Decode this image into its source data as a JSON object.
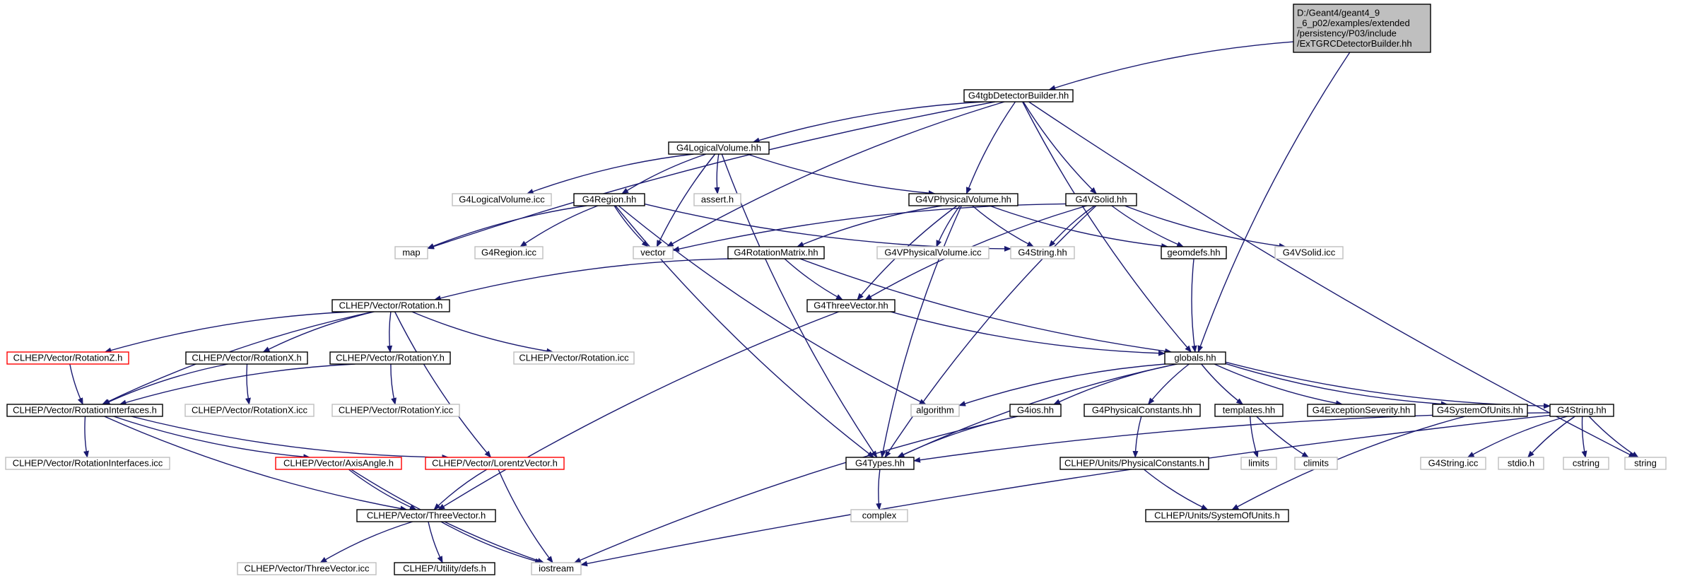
{
  "diagram": {
    "colors": {
      "edge": "#191970",
      "arrow": "#191970",
      "node_border_normal": "#000000",
      "node_border_external": "#bfbfbf",
      "node_border_missing": "#ff0000",
      "root_fill": "#bfbfbf",
      "node_fill": "#ffffff",
      "text": "#000000"
    },
    "nodes": [
      {
        "id": "root",
        "lines": [
          "D:/Geant4/geant4_9",
          "_6_p02/examples/extended",
          "/persistency/P03/include",
          "/ExTGRCDetectorBuilder.hh"
        ],
        "style": "root"
      },
      {
        "id": "tgb",
        "lines": [
          "G4tgbDetectorBuilder.hh"
        ],
        "style": "normal"
      },
      {
        "id": "logvol",
        "lines": [
          "G4LogicalVolume.hh"
        ],
        "style": "normal"
      },
      {
        "id": "vphys",
        "lines": [
          "G4VPhysicalVolume.hh"
        ],
        "style": "normal"
      },
      {
        "id": "vsolid",
        "lines": [
          "G4VSolid.hh"
        ],
        "style": "normal"
      },
      {
        "id": "logvolicc",
        "lines": [
          "G4LogicalVolume.icc"
        ],
        "style": "external"
      },
      {
        "id": "region",
        "lines": [
          "G4Region.hh"
        ],
        "style": "normal"
      },
      {
        "id": "assert",
        "lines": [
          "assert.h"
        ],
        "style": "external"
      },
      {
        "id": "map",
        "lines": [
          "map"
        ],
        "style": "external"
      },
      {
        "id": "regionicc",
        "lines": [
          "G4Region.icc"
        ],
        "style": "external"
      },
      {
        "id": "vector",
        "lines": [
          "vector"
        ],
        "style": "external"
      },
      {
        "id": "rotmat",
        "lines": [
          "G4RotationMatrix.hh"
        ],
        "style": "normal"
      },
      {
        "id": "vphysicc",
        "lines": [
          "G4VPhysicalVolume.icc"
        ],
        "style": "external"
      },
      {
        "id": "g4string",
        "lines": [
          "G4String.hh"
        ],
        "style": "external"
      },
      {
        "id": "geomdefs",
        "lines": [
          "geomdefs.hh"
        ],
        "style": "normal"
      },
      {
        "id": "vsolidicc",
        "lines": [
          "G4VSolid.icc"
        ],
        "style": "external"
      },
      {
        "id": "rotation",
        "lines": [
          "CLHEP/Vector/Rotation.h"
        ],
        "style": "normal"
      },
      {
        "id": "threevec",
        "lines": [
          "G4ThreeVector.hh"
        ],
        "style": "normal"
      },
      {
        "id": "rotz",
        "lines": [
          "CLHEP/Vector/RotationZ.h"
        ],
        "style": "missing"
      },
      {
        "id": "rotx",
        "lines": [
          "CLHEP/Vector/RotationX.h"
        ],
        "style": "normal"
      },
      {
        "id": "roty",
        "lines": [
          "CLHEP/Vector/RotationY.h"
        ],
        "style": "normal"
      },
      {
        "id": "roticc",
        "lines": [
          "CLHEP/Vector/Rotation.icc"
        ],
        "style": "external"
      },
      {
        "id": "globals",
        "lines": [
          "globals.hh"
        ],
        "style": "normal"
      },
      {
        "id": "rotif",
        "lines": [
          "CLHEP/Vector/RotationInterfaces.h"
        ],
        "style": "normal"
      },
      {
        "id": "rotxicc",
        "lines": [
          "CLHEP/Vector/RotationX.icc"
        ],
        "style": "external"
      },
      {
        "id": "rotyicc",
        "lines": [
          "CLHEP/Vector/RotationY.icc"
        ],
        "style": "external"
      },
      {
        "id": "algorithm",
        "lines": [
          "algorithm"
        ],
        "style": "external"
      },
      {
        "id": "g4ios",
        "lines": [
          "G4ios.hh"
        ],
        "style": "normal"
      },
      {
        "id": "physconst",
        "lines": [
          "G4PhysicalConstants.hh"
        ],
        "style": "normal"
      },
      {
        "id": "templates",
        "lines": [
          "templates.hh"
        ],
        "style": "normal"
      },
      {
        "id": "excsev",
        "lines": [
          "G4ExceptionSeverity.hh"
        ],
        "style": "normal"
      },
      {
        "id": "sysunits",
        "lines": [
          "G4SystemOfUnits.hh"
        ],
        "style": "normal"
      },
      {
        "id": "g4stringhh",
        "lines": [
          "G4String.hh"
        ],
        "style": "normal"
      },
      {
        "id": "rotificc",
        "lines": [
          "CLHEP/Vector/RotationInterfaces.icc"
        ],
        "style": "external"
      },
      {
        "id": "axisangle",
        "lines": [
          "CLHEP/Vector/AxisAngle.h"
        ],
        "style": "missing"
      },
      {
        "id": "lorentz",
        "lines": [
          "CLHEP/Vector/LorentzVector.h"
        ],
        "style": "missing"
      },
      {
        "id": "g4types",
        "lines": [
          "G4Types.hh"
        ],
        "style": "normal"
      },
      {
        "id": "unitsphys",
        "lines": [
          "CLHEP/Units/PhysicalConstants.h"
        ],
        "style": "normal"
      },
      {
        "id": "limits",
        "lines": [
          "limits"
        ],
        "style": "external"
      },
      {
        "id": "climits",
        "lines": [
          "climits"
        ],
        "style": "external"
      },
      {
        "id": "g4stringicc",
        "lines": [
          "G4String.icc"
        ],
        "style": "external"
      },
      {
        "id": "stdio",
        "lines": [
          "stdio.h"
        ],
        "style": "external"
      },
      {
        "id": "cstring",
        "lines": [
          "cstring"
        ],
        "style": "external"
      },
      {
        "id": "string",
        "lines": [
          "string"
        ],
        "style": "external"
      },
      {
        "id": "complex",
        "lines": [
          "complex"
        ],
        "style": "external"
      },
      {
        "id": "clhep3v",
        "lines": [
          "CLHEP/Vector/ThreeVector.h"
        ],
        "style": "normal"
      },
      {
        "id": "unitssys",
        "lines": [
          "CLHEP/Units/SystemOfUnits.h"
        ],
        "style": "normal"
      },
      {
        "id": "clhep3vicc",
        "lines": [
          "CLHEP/Vector/ThreeVector.icc"
        ],
        "style": "external"
      },
      {
        "id": "defs",
        "lines": [
          "CLHEP/Utility/defs.h"
        ],
        "style": "normal"
      },
      {
        "id": "iostream",
        "lines": [
          "iostream"
        ],
        "style": "external"
      }
    ],
    "edges": [
      [
        "root",
        "tgb"
      ],
      [
        "root",
        "globals"
      ],
      [
        "tgb",
        "logvol"
      ],
      [
        "tgb",
        "vphys"
      ],
      [
        "tgb",
        "vsolid"
      ],
      [
        "tgb",
        "map"
      ],
      [
        "tgb",
        "vector"
      ],
      [
        "tgb",
        "globals"
      ],
      [
        "tgb",
        "string"
      ],
      [
        "logvol",
        "logvolicc"
      ],
      [
        "logvol",
        "region"
      ],
      [
        "logvol",
        "assert"
      ],
      [
        "logvol",
        "vector"
      ],
      [
        "logvol",
        "vphys"
      ],
      [
        "logvol",
        "g4types"
      ],
      [
        "region",
        "map"
      ],
      [
        "region",
        "regionicc"
      ],
      [
        "region",
        "vector"
      ],
      [
        "region",
        "g4string"
      ],
      [
        "region",
        "g4types"
      ],
      [
        "region",
        "algorithm"
      ],
      [
        "vphys",
        "rotmat"
      ],
      [
        "vphys",
        "vphysicc"
      ],
      [
        "vphys",
        "g4string"
      ],
      [
        "vphys",
        "geomdefs"
      ],
      [
        "vphys",
        "threevec"
      ],
      [
        "vphys",
        "g4types"
      ],
      [
        "vsolid",
        "vector"
      ],
      [
        "vsolid",
        "g4string"
      ],
      [
        "vsolid",
        "geomdefs"
      ],
      [
        "vsolid",
        "vsolidicc"
      ],
      [
        "vsolid",
        "threevec"
      ],
      [
        "vsolid",
        "g4types"
      ],
      [
        "rotmat",
        "rotation"
      ],
      [
        "rotmat",
        "threevec"
      ],
      [
        "rotmat",
        "globals"
      ],
      [
        "geomdefs",
        "globals"
      ],
      [
        "threevec",
        "globals"
      ],
      [
        "threevec",
        "clhep3v"
      ],
      [
        "rotation",
        "rotz"
      ],
      [
        "rotation",
        "rotx"
      ],
      [
        "rotation",
        "roty"
      ],
      [
        "rotation",
        "roticc"
      ],
      [
        "rotation",
        "rotif"
      ],
      [
        "rotation",
        "lorentz"
      ],
      [
        "rotz",
        "rotif"
      ],
      [
        "rotx",
        "rotif"
      ],
      [
        "rotx",
        "rotxicc"
      ],
      [
        "roty",
        "rotif"
      ],
      [
        "roty",
        "rotyicc"
      ],
      [
        "rotif",
        "rotificc"
      ],
      [
        "rotif",
        "axisangle"
      ],
      [
        "rotif",
        "lorentz"
      ],
      [
        "rotif",
        "clhep3v"
      ],
      [
        "axisangle",
        "clhep3v"
      ],
      [
        "axisangle",
        "iostream"
      ],
      [
        "lorentz",
        "clhep3v"
      ],
      [
        "lorentz",
        "iostream"
      ],
      [
        "clhep3v",
        "clhep3vicc"
      ],
      [
        "clhep3v",
        "defs"
      ],
      [
        "clhep3v",
        "iostream"
      ],
      [
        "globals",
        "algorithm"
      ],
      [
        "globals",
        "g4ios"
      ],
      [
        "globals",
        "physconst"
      ],
      [
        "globals",
        "templates"
      ],
      [
        "globals",
        "excsev"
      ],
      [
        "globals",
        "sysunits"
      ],
      [
        "globals",
        "g4stringhh"
      ],
      [
        "globals",
        "g4types"
      ],
      [
        "g4ios",
        "g4types"
      ],
      [
        "g4ios",
        "iostream"
      ],
      [
        "physconst",
        "unitsphys"
      ],
      [
        "templates",
        "limits"
      ],
      [
        "templates",
        "climits"
      ],
      [
        "sysunits",
        "unitssys"
      ],
      [
        "unitsphys",
        "unitssys"
      ],
      [
        "g4stringhh",
        "g4types"
      ],
      [
        "g4stringhh",
        "g4stringicc"
      ],
      [
        "g4stringhh",
        "stdio"
      ],
      [
        "g4stringhh",
        "cstring"
      ],
      [
        "g4stringhh",
        "string"
      ],
      [
        "g4stringhh",
        "iostream"
      ],
      [
        "g4types",
        "complex"
      ]
    ]
  }
}
